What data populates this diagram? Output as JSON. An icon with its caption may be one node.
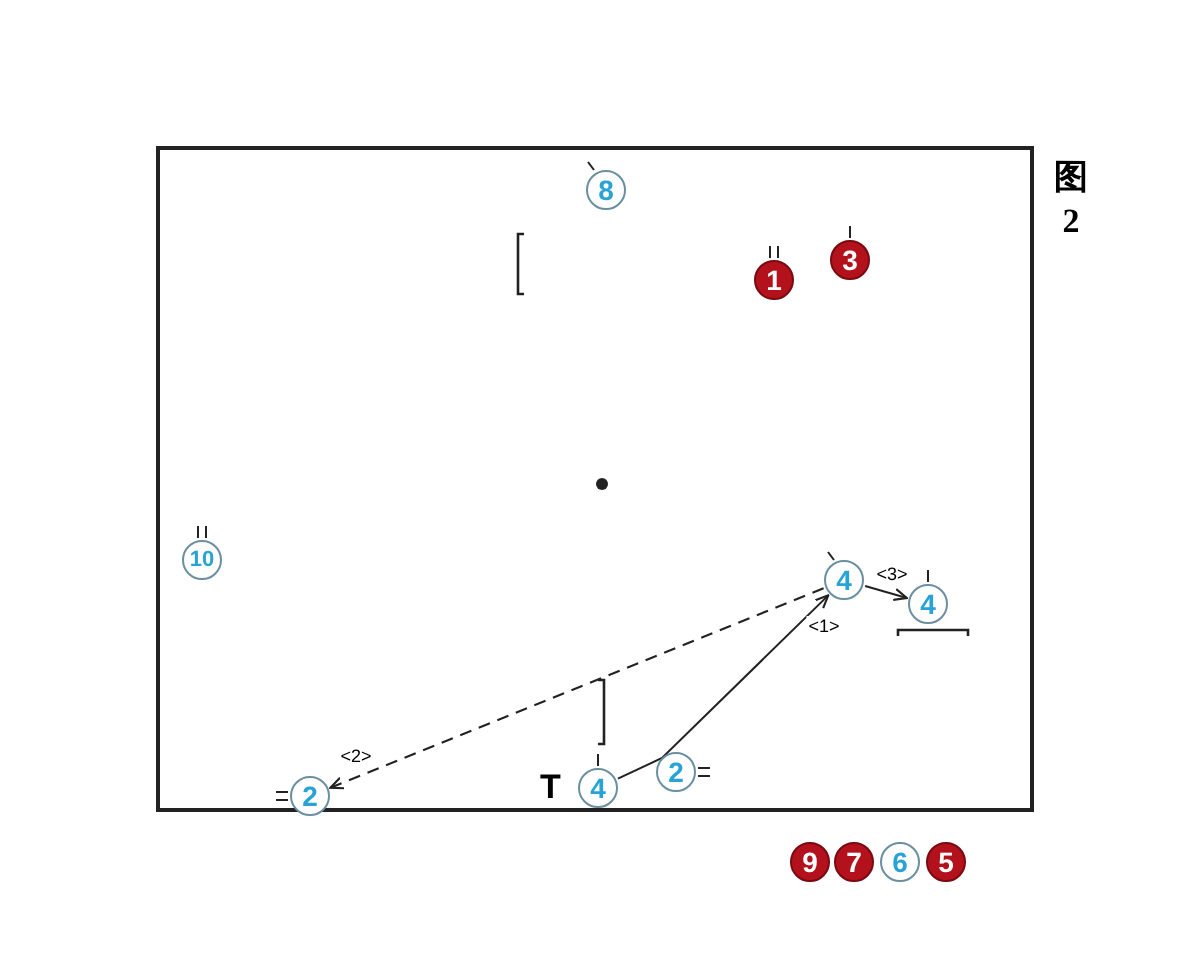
{
  "diagram": {
    "nodes": [
      {
        "text": [],
        "shape": "box"
      },
      {
        "text": [
          "8"
        ],
        "in": 0
      },
      {
        "text": [
          "3"
        ],
        "in": 0
      },
      {
        "text": [
          "1"
        ],
        "in": 0
      },
      {
        "text": [
          "10"
        ],
        "in": 0
      },
      {
        "text": [
          "4"
        ],
        "in": 0
      },
      {
        "text": [
          "4"
        ],
        "in": 0
      },
      {
        "text": [
          "2"
        ],
        "in": 0
      },
      {
        "text": [
          "4"
        ],
        "in": 0
      },
      {
        "text": [
          "2"
        ],
        "in": 0
      },
      {
        "text": [
          "9"
        ]
      },
      {
        "text": [
          "7"
        ]
      },
      {
        "text": [
          "6"
        ]
      },
      {
        "text": [
          "5"
        ]
      }
    ],
    "edges": [
      {
        "from": 8,
        "to": 5,
        "arrow": "to",
        "label": "<1>"
      },
      {
        "from": 5,
        "to": 9,
        "arrow": "to",
        "label": "<2>",
        "style": "dashed"
      },
      {
        "from": 5,
        "to": 6,
        "arrow": "to",
        "label": "<3>"
      }
    ],
    "labels": [
      "图 2",
      "T"
    ]
  }
}
